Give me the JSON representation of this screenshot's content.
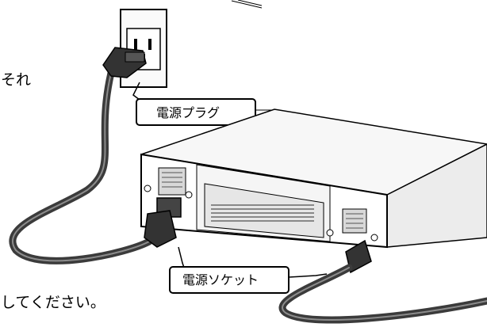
{
  "page": {
    "text_fragment_top": "それ",
    "text_fragment_bottom": "してください。"
  },
  "callouts": {
    "plug_label": "電源プラグ",
    "socket_label": "電源ソケット"
  },
  "icons": [
    "wall-outlet-icon",
    "power-plug-icon",
    "power-socket-icon",
    "power-cord-icon",
    "server-chassis-icon"
  ]
}
